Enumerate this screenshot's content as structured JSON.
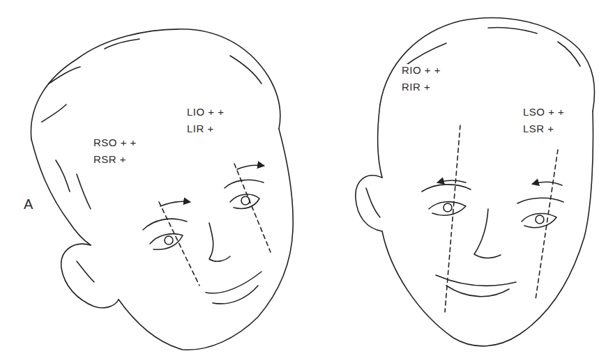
{
  "diagram": {
    "labels": [
      "A",
      "RSO + +",
      "RSR +",
      "LIO + +",
      "LIR +",
      "RIO + +",
      "RIR +",
      "LSO + +",
      "LSR +"
    ]
  }
}
